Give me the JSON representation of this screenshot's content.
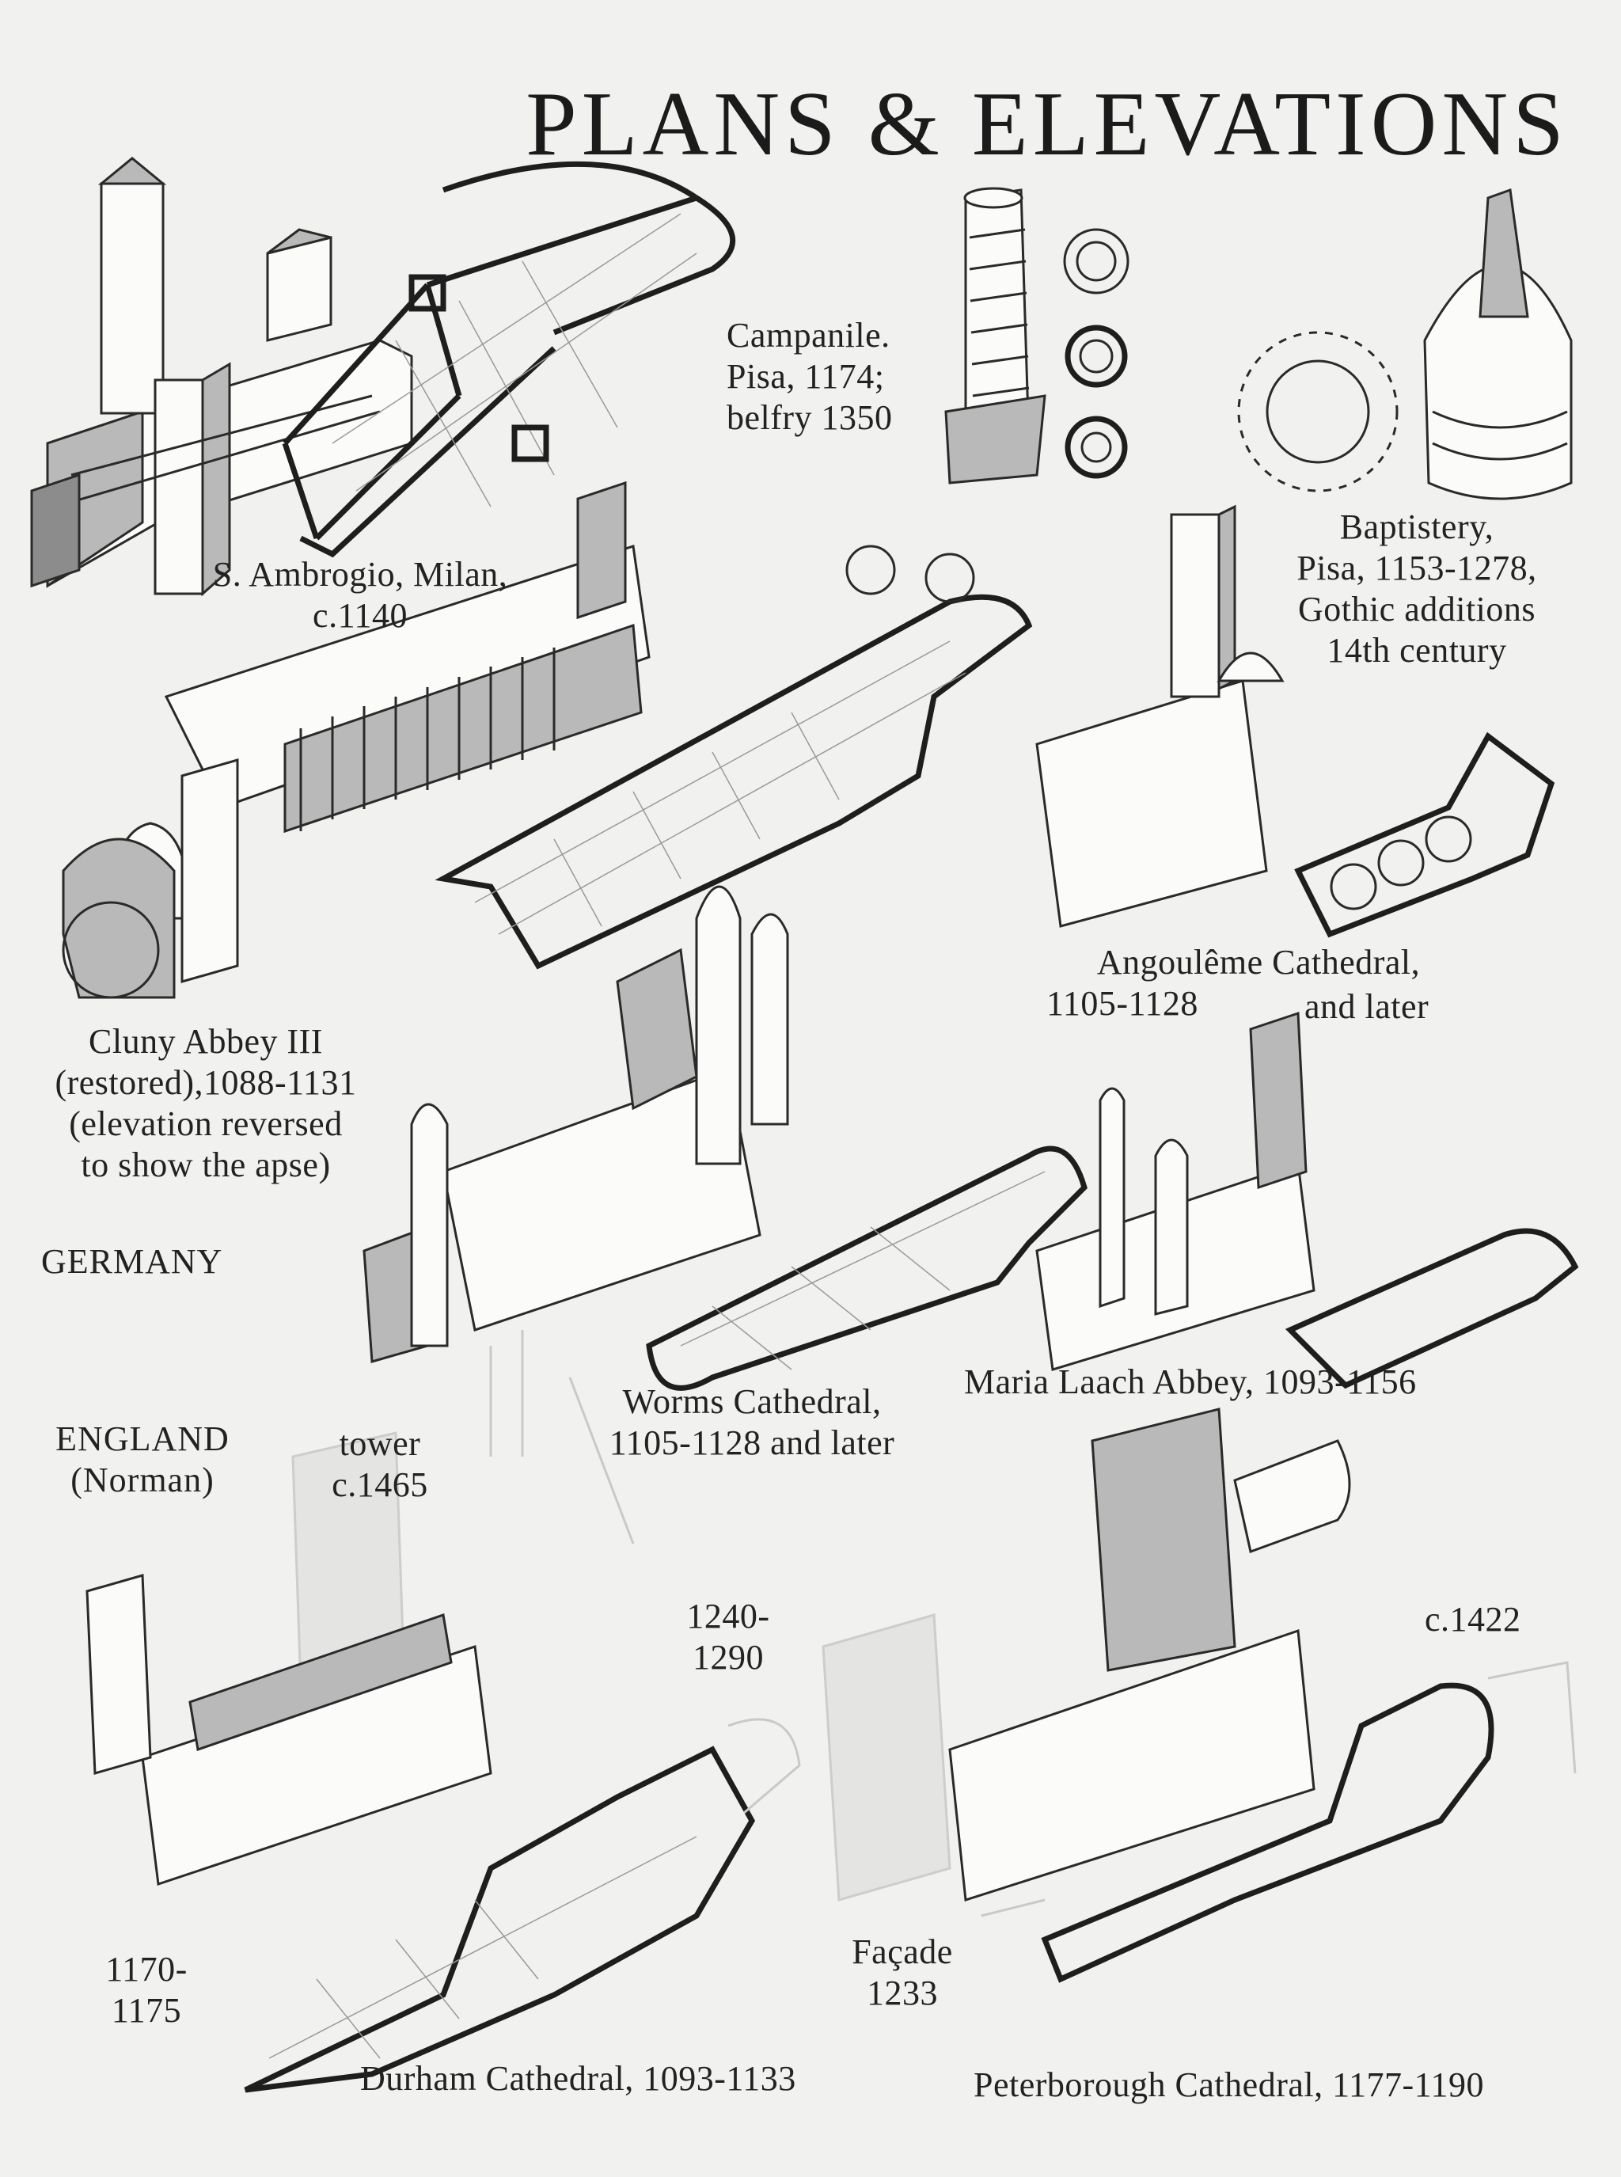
{
  "page": {
    "title": "PLANS & ELEVATIONS"
  },
  "captions": {
    "s_ambrogio": [
      "S. Ambrogio, Milan,",
      "c.1140"
    ],
    "campanile": [
      "Campanile.",
      "Pisa, 1174;",
      "belfry 1350"
    ],
    "baptistery": [
      "Baptistery,",
      "Pisa, 1153-1278,",
      "Gothic additions",
      "14th century"
    ],
    "angouleme": [
      "Angoulême Cathedral,",
      "1105-1128",
      "and later"
    ],
    "cluny": [
      "Cluny Abbey III",
      "(restored),1088-1131",
      "(elevation reversed",
      "to show the apse)"
    ],
    "worms": [
      "Worms Cathedral,",
      "1105-1128 and later"
    ],
    "maria_laach": "Maria Laach Abbey, 1093-1156",
    "tower": [
      "tower",
      "c.1465"
    ],
    "durham_dates": [
      "1240-",
      "1290"
    ],
    "peterborough_date": "c.1422",
    "durham_west": [
      "1170-",
      "1175"
    ],
    "facade": [
      "Façade",
      "1233"
    ],
    "durham": "Durham Cathedral, 1093-1133",
    "peterborough": "Peterborough Cathedral, 1177-1190"
  },
  "regions": {
    "germany": "GERMANY",
    "england": [
      "ENGLAND",
      "(Norman)"
    ]
  }
}
